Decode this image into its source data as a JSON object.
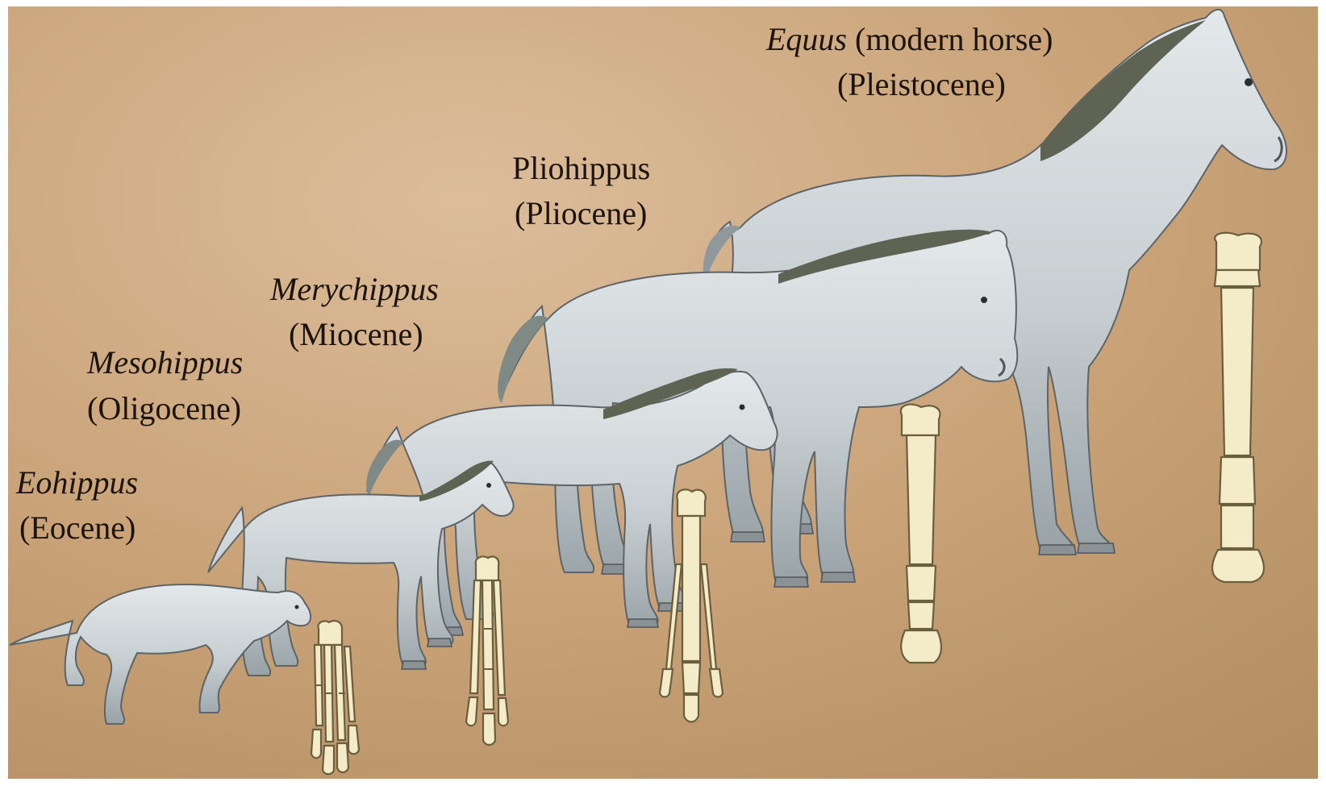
{
  "figure": {
    "colors": {
      "background_light": "#d9b895",
      "background_mid": "#c9a277",
      "background_dark": "#a98559",
      "horse_body": "#c9d0d3",
      "horse_shadow": "#8e989d",
      "mane": "#5e6354",
      "bone": "#f4ecc8",
      "text": "#1c140c"
    },
    "species": [
      {
        "genus": "Eohippus",
        "genus_italic": true,
        "epoch": "(Eocene)"
      },
      {
        "genus": "Mesohippus",
        "genus_italic": true,
        "epoch": "(Oligocene)"
      },
      {
        "genus": "Merychippus",
        "genus_italic": true,
        "epoch": "(Miocene)"
      },
      {
        "genus": "Pliohippus",
        "genus_italic": false,
        "epoch": "(Pliocene)"
      },
      {
        "genus": "Equus",
        "genus_italic": true,
        "genus_suffix": " (modern horse)",
        "epoch": "(Pleistocene)"
      }
    ]
  }
}
